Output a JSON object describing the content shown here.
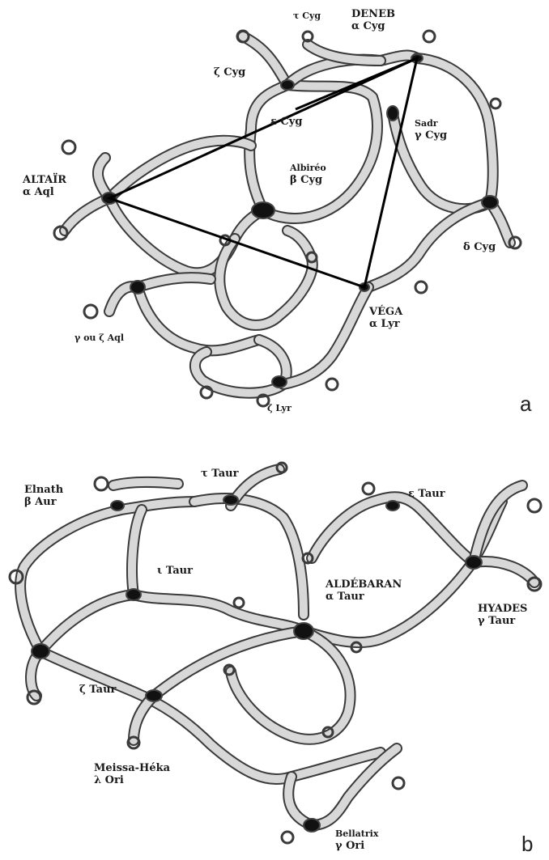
{
  "panel_a": {
    "letter": "a",
    "labels": {
      "tau_cyg": "τ Cyg",
      "deneb_name": "DENEB",
      "deneb_code": "α Cyg",
      "zeta_cyg": "ζ Cyg",
      "eps_cyg": "ε Cyg",
      "sadr_name": "Sadr",
      "sadr_code": "γ Cyg",
      "altair_name": "ALTAÏR",
      "altair_code": "α Aql",
      "albireo_name": "Albiréo",
      "albireo_code": "β Cyg",
      "delta_cyg": "δ Cyg",
      "vega_name": "VÉGA",
      "vega_code": "α Lyr",
      "gamma_aql": "γ ou ζ Aql",
      "zeta_lyr": "ζ Lyr"
    }
  },
  "panel_b": {
    "letter": "b",
    "labels": {
      "tau_taur": "τ Taur",
      "elnath_name": "Elnath",
      "elnath_code": "β Aur",
      "eps_taur": "ε Taur",
      "iota_taur": "ι Taur",
      "aldebaran_name": "ALDÉBARAN",
      "aldebaran_code": "α Taur",
      "hyades_name": "HYADES",
      "hyades_code": "γ Taur",
      "zeta_taur": "ζ Taur",
      "meissa_name": "Meissa-Héka",
      "meissa_code": "λ Ori",
      "bellatrix_name": "Bellatrix",
      "bellatrix_code": "γ Ori"
    }
  },
  "colors": {
    "thread_outline": "#3a3a3a",
    "thread_fill": "#d8d8d8",
    "knot": "#111111",
    "triangle": "#000000"
  }
}
